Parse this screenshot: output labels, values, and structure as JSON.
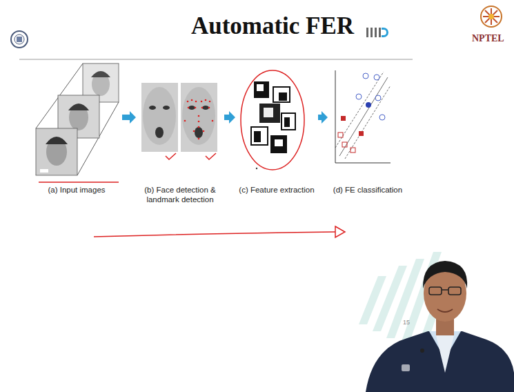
{
  "diagram": {
    "title": "Automatic FER",
    "nodes": [
      {
        "text": [
          "(a) Input images"
        ]
      },
      {
        "text": [
          "(b) Face detection & landmark detection"
        ]
      },
      {
        "text": [
          "(c) Feature extraction"
        ]
      },
      {
        "text": [
          "(d) FE classification"
        ]
      }
    ],
    "edges": [
      {
        "from": 0,
        "to": 1,
        "arrow": "to"
      },
      {
        "from": 1,
        "to": 2,
        "arrow": "to"
      },
      {
        "from": 2,
        "to": 3,
        "arrow": "to"
      }
    ],
    "labels": [
      "NPTEL",
      "15"
    ]
  }
}
